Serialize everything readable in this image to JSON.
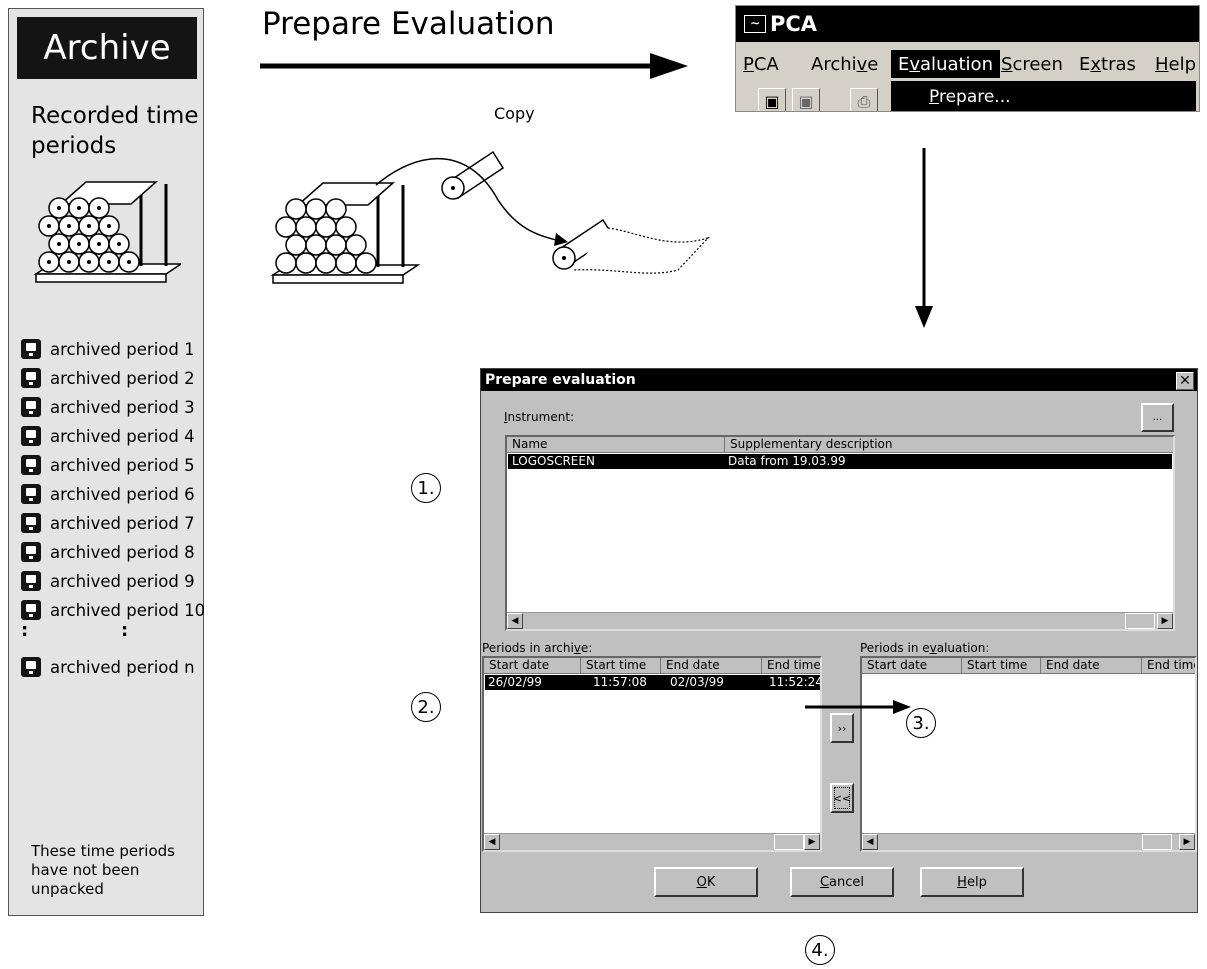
{
  "archive": {
    "title": "Archive",
    "subtitle": "Recorded time periods",
    "items": [
      "archived period 1",
      "archived period 2",
      "archived period 3",
      "archived period 4",
      "archived period 5",
      "archived period 6",
      "archived period 7",
      "archived period 8",
      "archived period 9",
      "archived period 10"
    ],
    "ellipsis_1": ":",
    "ellipsis_2": ":",
    "last_item": "archived period n",
    "note": "These time periods have not been unpacked"
  },
  "heading": "Prepare Evaluation",
  "copy_label": "Copy",
  "menu": {
    "title": "PCA",
    "items": [
      {
        "pre": "",
        "ul": "P",
        "post": "CA"
      },
      {
        "pre": "Archi",
        "ul": "v",
        "post": "e"
      },
      {
        "pre": "E",
        "ul": "v",
        "post": "aluation"
      },
      {
        "pre": "",
        "ul": "S",
        "post": "creen"
      },
      {
        "pre": "E",
        "ul": "x",
        "post": "tras"
      },
      {
        "pre": "",
        "ul": "H",
        "post": "elp"
      }
    ],
    "dropdown_item": {
      "ul": "P",
      "post": "repare..."
    }
  },
  "dialog": {
    "title": "Prepare evaluation",
    "close": "✕",
    "instrument_label": {
      "ul": "I",
      "post": "nstrument:"
    },
    "browse": "...",
    "instrument_headers": [
      "Name",
      "Supplementary description"
    ],
    "instrument_row": [
      "LOGOSCREEN",
      "Data from 19.03.99"
    ],
    "archive_label": {
      "pre": "Periods in archi",
      "ul": "v",
      "post": "e:"
    },
    "eval_label": {
      "pre": "Periods in e",
      "ul": "v",
      "post": "aluation:"
    },
    "period_headers": [
      "Start date",
      "Start time",
      "End date",
      "End time"
    ],
    "archive_row": [
      "26/02/99",
      "11:57:08",
      "02/03/99",
      "11:52:24"
    ],
    "add_button": "››",
    "remove_button": "<<",
    "ok": {
      "ul": "O",
      "post": "K"
    },
    "cancel": {
      "ul": "C",
      "post": "ancel"
    },
    "help": {
      "ul": "H",
      "post": "elp"
    }
  },
  "steps": [
    "1.",
    "2.",
    "3.",
    "4."
  ]
}
